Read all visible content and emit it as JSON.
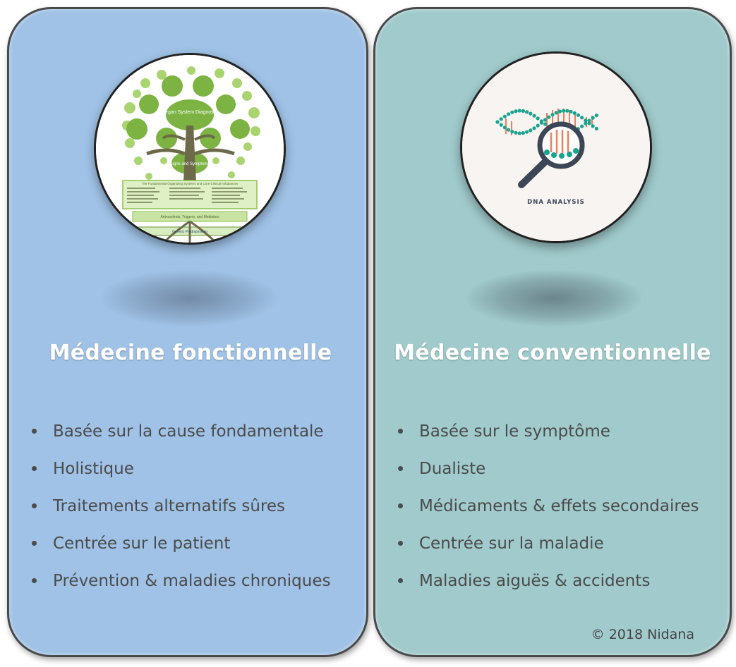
{
  "cards": [
    {
      "title": "Médecine fonctionnelle",
      "image": {
        "icon": "functional-medicine-tree-icon",
        "labels": {
          "center": "Organ System Diagnosis",
          "trunk": "Signs and Symptoms",
          "panel_title": "The Fundamental Organizing Systems and Core Clinical Imbalances",
          "middle_bar": "Antecedents, Triggers, and Mediators",
          "roots_center": "Genetic Predisposition"
        }
      },
      "bullets": [
        "Basée sur la cause fondamentale",
        "Holistique",
        "Traitements alternatifs sûres",
        "Centrée sur le patient",
        "Prévention & maladies chroniques"
      ],
      "background": "#9fc2e6"
    },
    {
      "title": "Médecine conventionnelle",
      "image": {
        "icon": "dna-magnifier-icon",
        "caption": "DNA ANALYSIS"
      },
      "bullets": [
        "Basée sur le symptôme",
        "Dualiste",
        "Médicaments & effets secondaires",
        "Centrée sur la maladie",
        "Maladies aiguës & accidents"
      ],
      "background": "#a0cacb"
    }
  ],
  "copyright": "©  2018 Nidana",
  "colors": {
    "tree_green": "#8bc34a",
    "dna_teal": "#1aa38f",
    "dna_orange": "#f47d5a",
    "text_dark": "#4b4b4b"
  }
}
